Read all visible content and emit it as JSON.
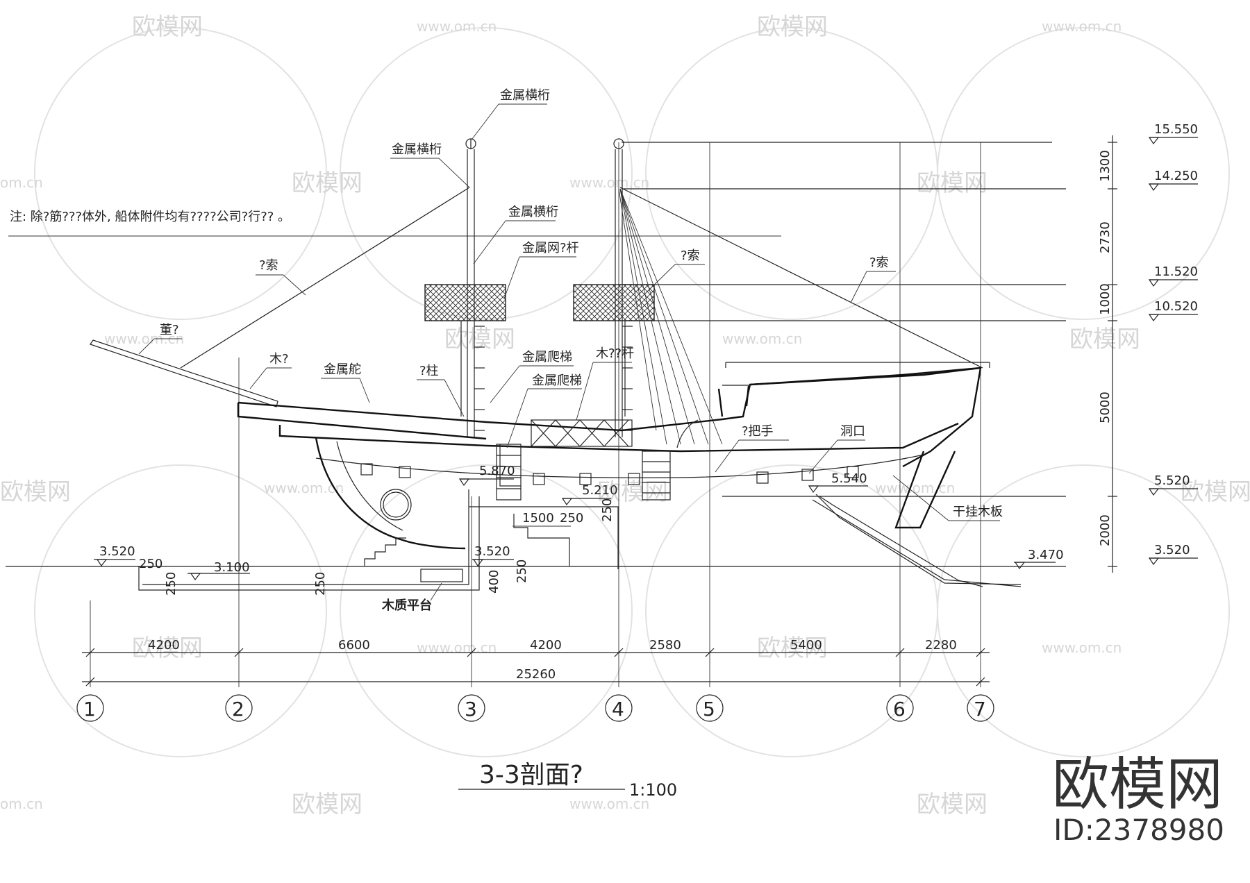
{
  "note": "注: 除?筋???体外, 船体附件均有????公司?行?? 。",
  "title": "3-3剖面?",
  "scale": "1:100",
  "brand": {
    "name": "欧模网",
    "id": "ID:2378980"
  },
  "watermark": {
    "name": "欧模网",
    "url": "www.om.cn",
    "url_short": "om.cn"
  },
  "labels": {
    "crossbar_1": "金属横桁",
    "crossbar_2": "金属横桁",
    "crossbar_3": "金属横桁",
    "metal_net_rod": "金属网?杆",
    "rope_left": "?索",
    "rope_mid": "?索",
    "rope_right": "?索",
    "bowsprit": "董?",
    "wood": "木?",
    "metal_rudder": "金属舵",
    "pillar": "?柱",
    "ladder_1": "金属爬梯",
    "ladder_2": "金属爬梯",
    "wood_rail": "木??杆",
    "handrail": "?把手",
    "hole": "洞口",
    "hanging_board": "干挂木板",
    "wood_platform": "木质平台"
  },
  "levels": {
    "l15550": "15.550",
    "l14250": "14.250",
    "l11520": "11.520",
    "l10520": "10.520",
    "l5520": "5.520",
    "l3520r": "3.520",
    "l5870": "5.870",
    "l5210": "5.210",
    "l5540": "5.540",
    "l3520a": "3.520",
    "l3100": "3.100",
    "l3520b": "3.520",
    "l3470": "3.470"
  },
  "vertical_dims": [
    "1300",
    "2730",
    "1000",
    "5000",
    "2000"
  ],
  "small_dims": {
    "d250a": "250",
    "d250b": "250",
    "d250c": "250",
    "d250d": "250",
    "d250e": "250",
    "d250f": "250",
    "d400": "400",
    "d1500": "1500"
  },
  "horizontal_dims": [
    "4200",
    "6600",
    "4200",
    "2580",
    "5400",
    "2280"
  ],
  "total_dim": "25260",
  "axes": [
    "1",
    "2",
    "3",
    "4",
    "5",
    "6",
    "7"
  ]
}
